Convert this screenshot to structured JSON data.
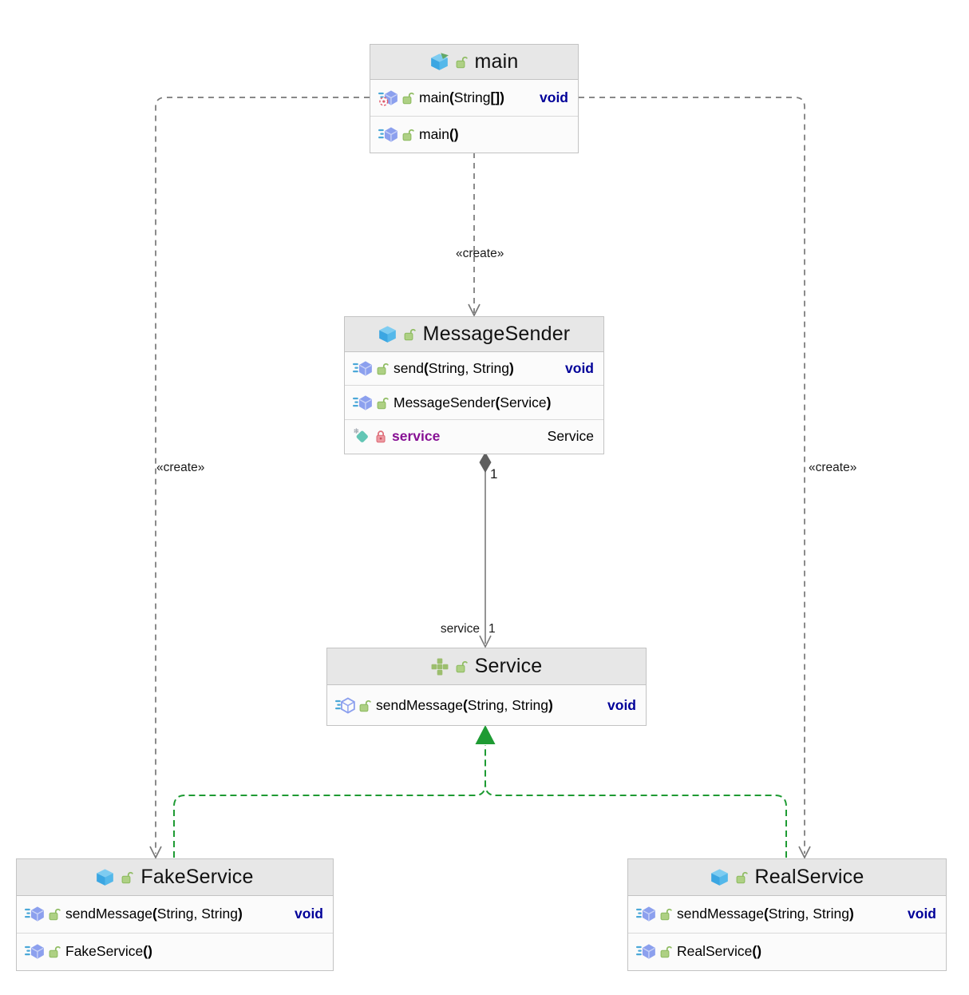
{
  "diagram": {
    "background": "#ffffff",
    "colors": {
      "dependency_line": "#777777",
      "realization_line": "#1e9b33",
      "aggregation_line": "#7a7a7a",
      "aggregation_diamond": "#5f5f5f",
      "box_border": "#c3c3c3",
      "header_bg": "#e7e7e7",
      "row_bg": "#fbfbfb",
      "return_type_color": "#000099",
      "field_name_color": "#871094"
    },
    "classes": [
      {
        "id": "main",
        "name": "main",
        "kind": "class",
        "icon": "runnable-class-icon",
        "lock_icon": "lock-open-icon",
        "members": [
          {
            "kind": "method",
            "icon": "entry-method-icon",
            "lock_icon": "lock-open-icon",
            "name": "main",
            "params": "String[]",
            "returns": "void"
          },
          {
            "kind": "method",
            "icon": "method-icon",
            "lock_icon": "lock-open-icon",
            "name": "main",
            "params": "",
            "returns": ""
          }
        ]
      },
      {
        "id": "MessageSender",
        "name": "MessageSender",
        "kind": "class",
        "icon": "class-icon",
        "lock_icon": "lock-open-icon",
        "members": [
          {
            "kind": "method",
            "icon": "method-icon",
            "lock_icon": "lock-open-icon",
            "name": "send",
            "params": "String, String",
            "returns": "void"
          },
          {
            "kind": "method",
            "icon": "method-icon",
            "lock_icon": "lock-open-icon",
            "name": "MessageSender",
            "params": "Service",
            "returns": ""
          },
          {
            "kind": "field",
            "icon": "final-field-icon",
            "lock_icon": "lock-closed-icon",
            "name": "service",
            "type": "Service"
          }
        ]
      },
      {
        "id": "Service",
        "name": "Service",
        "kind": "interface",
        "icon": "interface-icon",
        "lock_icon": "lock-open-icon",
        "members": [
          {
            "kind": "method",
            "icon": "abstract-method-icon",
            "lock_icon": "lock-open-icon",
            "name": "sendMessage",
            "params": "String, String",
            "returns": "void"
          }
        ]
      },
      {
        "id": "FakeService",
        "name": "FakeService",
        "kind": "class",
        "icon": "class-icon",
        "lock_icon": "lock-open-icon",
        "members": [
          {
            "kind": "method",
            "icon": "method-icon",
            "lock_icon": "lock-open-icon",
            "name": "sendMessage",
            "params": "String, String",
            "returns": "void"
          },
          {
            "kind": "method",
            "icon": "method-icon",
            "lock_icon": "lock-open-icon",
            "name": "FakeService",
            "params": "",
            "returns": ""
          }
        ]
      },
      {
        "id": "RealService",
        "name": "RealService",
        "kind": "class",
        "icon": "class-icon",
        "lock_icon": "lock-open-icon",
        "members": [
          {
            "kind": "method",
            "icon": "method-icon",
            "lock_icon": "lock-open-icon",
            "name": "sendMessage",
            "params": "String, String",
            "returns": "void"
          },
          {
            "kind": "method",
            "icon": "method-icon",
            "lock_icon": "lock-open-icon",
            "name": "RealService",
            "params": "",
            "returns": ""
          }
        ]
      }
    ],
    "edges": [
      {
        "name": "main-creates-messagesender",
        "type": "dependency-create",
        "label": "«create»"
      },
      {
        "name": "main-creates-fakeservice",
        "type": "dependency-create",
        "label": "«create»"
      },
      {
        "name": "main-creates-realservice",
        "type": "dependency-create",
        "label": "«create»"
      },
      {
        "name": "messagesender-aggregates-service",
        "type": "aggregation",
        "labels": {
          "source_multiplicity": "1",
          "role": "service",
          "target_multiplicity": "1"
        }
      },
      {
        "name": "fakeservice-implements-service",
        "type": "realization"
      },
      {
        "name": "realservice-implements-service",
        "type": "realization"
      }
    ]
  }
}
